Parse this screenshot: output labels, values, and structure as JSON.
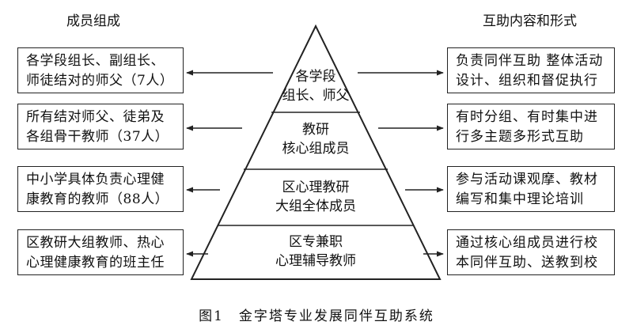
{
  "headings": {
    "left": "成员组成",
    "right": "互助内容和形式"
  },
  "tiers": [
    {
      "pyramid": [
        "各学段",
        "组长、师父"
      ],
      "members": [
        "各学段组长、副组长、",
        "师徒结对的师父（7人）"
      ],
      "content": [
        "负责同伴互助 整体活动",
        "设计、组织和督促执行"
      ]
    },
    {
      "pyramid": [
        "教研",
        "核心组成员"
      ],
      "members": [
        "所有结对师父、徒弟及",
        "各组骨干教师（37人）"
      ],
      "content": [
        "有时分组、有时集中进",
        "行多主题多形式互助"
      ]
    },
    {
      "pyramid": [
        "区心理教研",
        "大组全体成员"
      ],
      "members": [
        "中小学具体负责心理健",
        "康教育的教师（88人）"
      ],
      "content": [
        "参与活动课观摩、教材",
        "编写和集中理论培训"
      ]
    },
    {
      "pyramid": [
        "区专兼职",
        "心理辅导教师"
      ],
      "members": [
        "区教研大组教师、热心",
        "心理健康教育的班主任"
      ],
      "content": [
        "通过核心组成员进行校",
        "本同伴互助、送教到校"
      ]
    }
  ],
  "caption": "图1　金字塔专业发展同伴互助系统",
  "colors": {
    "line": "#222222",
    "text": "#111111",
    "background": "#ffffff"
  }
}
